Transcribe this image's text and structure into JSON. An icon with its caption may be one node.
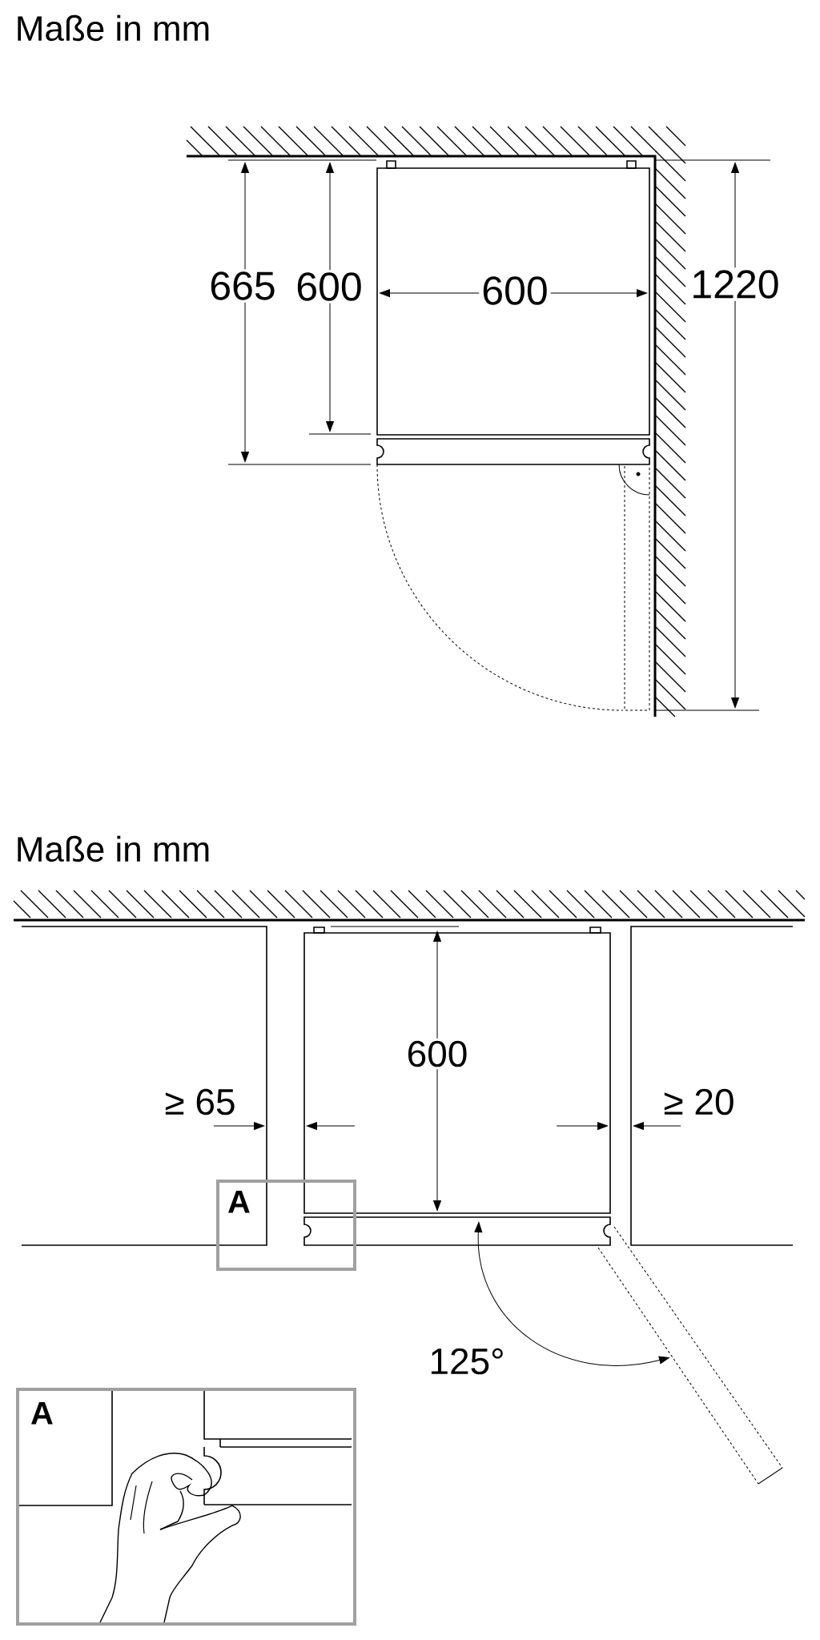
{
  "diagram": {
    "nodes": [
      {
        "text": [
          "A"
        ]
      },
      {
        "text": [
          "A"
        ]
      }
    ],
    "labels": [
      "Maße in mm",
      "665",
      "600",
      "600",
      "1220",
      "Maße in mm",
      "600",
      "≥ 65",
      "≥ 20",
      "125°"
    ]
  }
}
